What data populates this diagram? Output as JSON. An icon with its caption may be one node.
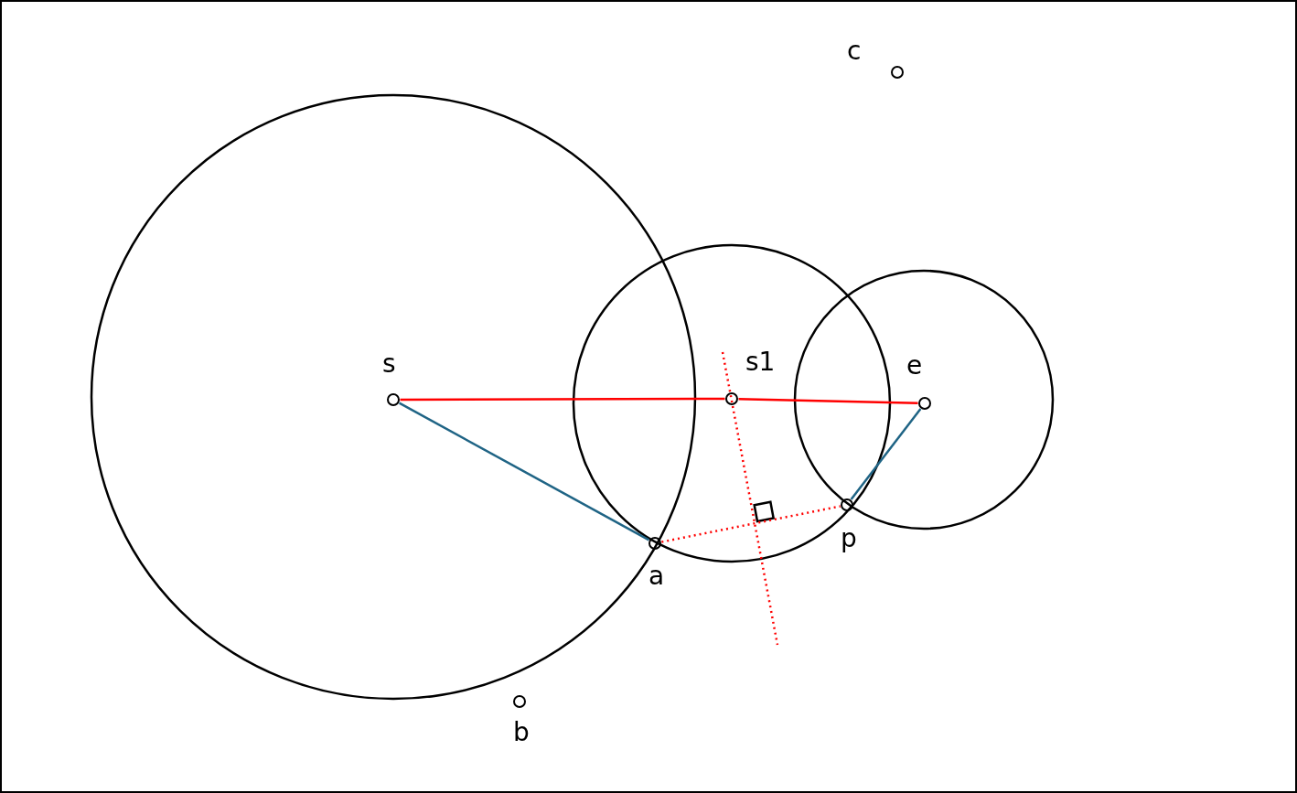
{
  "diagram": {
    "nodes": [
      {
        "text": [],
        "shape": "circle",
        "beside": [
          "c"
        ]
      },
      {
        "text": [],
        "shape": "circle",
        "beside": [
          "s"
        ]
      },
      {
        "text": [],
        "shape": "circle",
        "beside": [
          "s1"
        ]
      },
      {
        "text": [],
        "shape": "circle",
        "beside": [
          "e"
        ]
      },
      {
        "text": [],
        "shape": "circle",
        "beside": [
          "p"
        ]
      },
      {
        "text": [],
        "shape": "circle",
        "beside": [
          "a"
        ]
      },
      {
        "text": [],
        "shape": "circle",
        "beside": [
          "b"
        ]
      }
    ],
    "edges": [
      {
        "from": 1,
        "to": 2,
        "arrow": "none"
      },
      {
        "from": 2,
        "to": 3,
        "arrow": "none"
      },
      {
        "from": 1,
        "to": 5,
        "arrow": "none",
        "color": "#1f6485"
      },
      {
        "from": 4,
        "to": 3,
        "arrow": "none",
        "color": "#1f6485"
      },
      {
        "from": 5,
        "to": 4,
        "arrow": "none",
        "style": "dashed"
      }
    ]
  }
}
